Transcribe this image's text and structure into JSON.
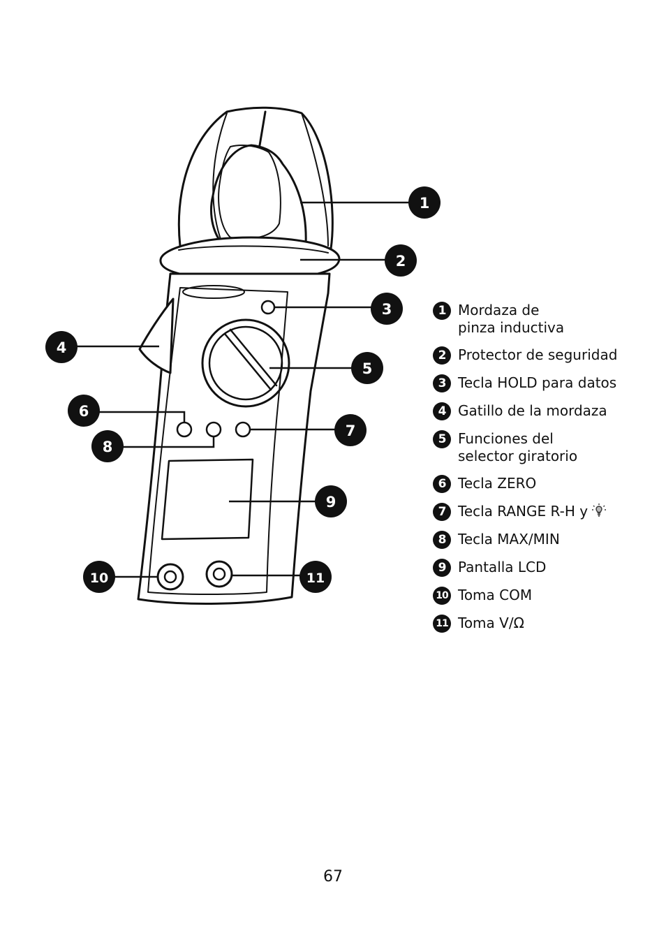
{
  "callouts": [
    "1",
    "2",
    "3",
    "4",
    "5",
    "6",
    "7",
    "8",
    "9",
    "10",
    "11"
  ],
  "legend": [
    {
      "num": "1",
      "text": "Mordaza de\npinza inductiva"
    },
    {
      "num": "2",
      "text": "Protector de seguridad"
    },
    {
      "num": "3",
      "text": "Tecla HOLD para datos"
    },
    {
      "num": "4",
      "text": "Gatillo de la mordaza"
    },
    {
      "num": "5",
      "text": "Funciones del\nselector giratorio"
    },
    {
      "num": "6",
      "text": "Tecla ZERO"
    },
    {
      "num": "7",
      "text": "Tecla RANGE R-H y",
      "icon": "backlight-icon"
    },
    {
      "num": "8",
      "text": "Tecla MAX/MIN"
    },
    {
      "num": "9",
      "text": "Pantalla LCD"
    },
    {
      "num": "10",
      "text": "Toma COM"
    },
    {
      "num": "11",
      "text": "Toma V/Ω"
    }
  ],
  "page_number": "67"
}
